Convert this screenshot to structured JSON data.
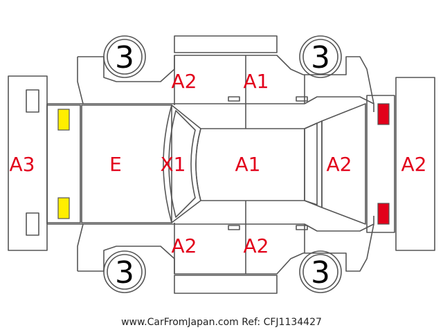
{
  "wheels": [
    "3",
    "3",
    "3",
    "3"
  ],
  "labels": {
    "front_bumper": "A3",
    "hood": "E",
    "windshield": "X1",
    "roof": "A1",
    "rear_glass": "A2",
    "rear_bumper": "A2",
    "left_front_door": "A2",
    "left_rear_door": "A1",
    "right_front_door": "A2",
    "right_rear_door": "A2"
  },
  "lamp_colors": {
    "front": "#ffee00",
    "rear": "#e2001a"
  },
  "label_color": "#e2001a",
  "footer": "www.CarFromJapan.com Ref: CFJ1134427"
}
